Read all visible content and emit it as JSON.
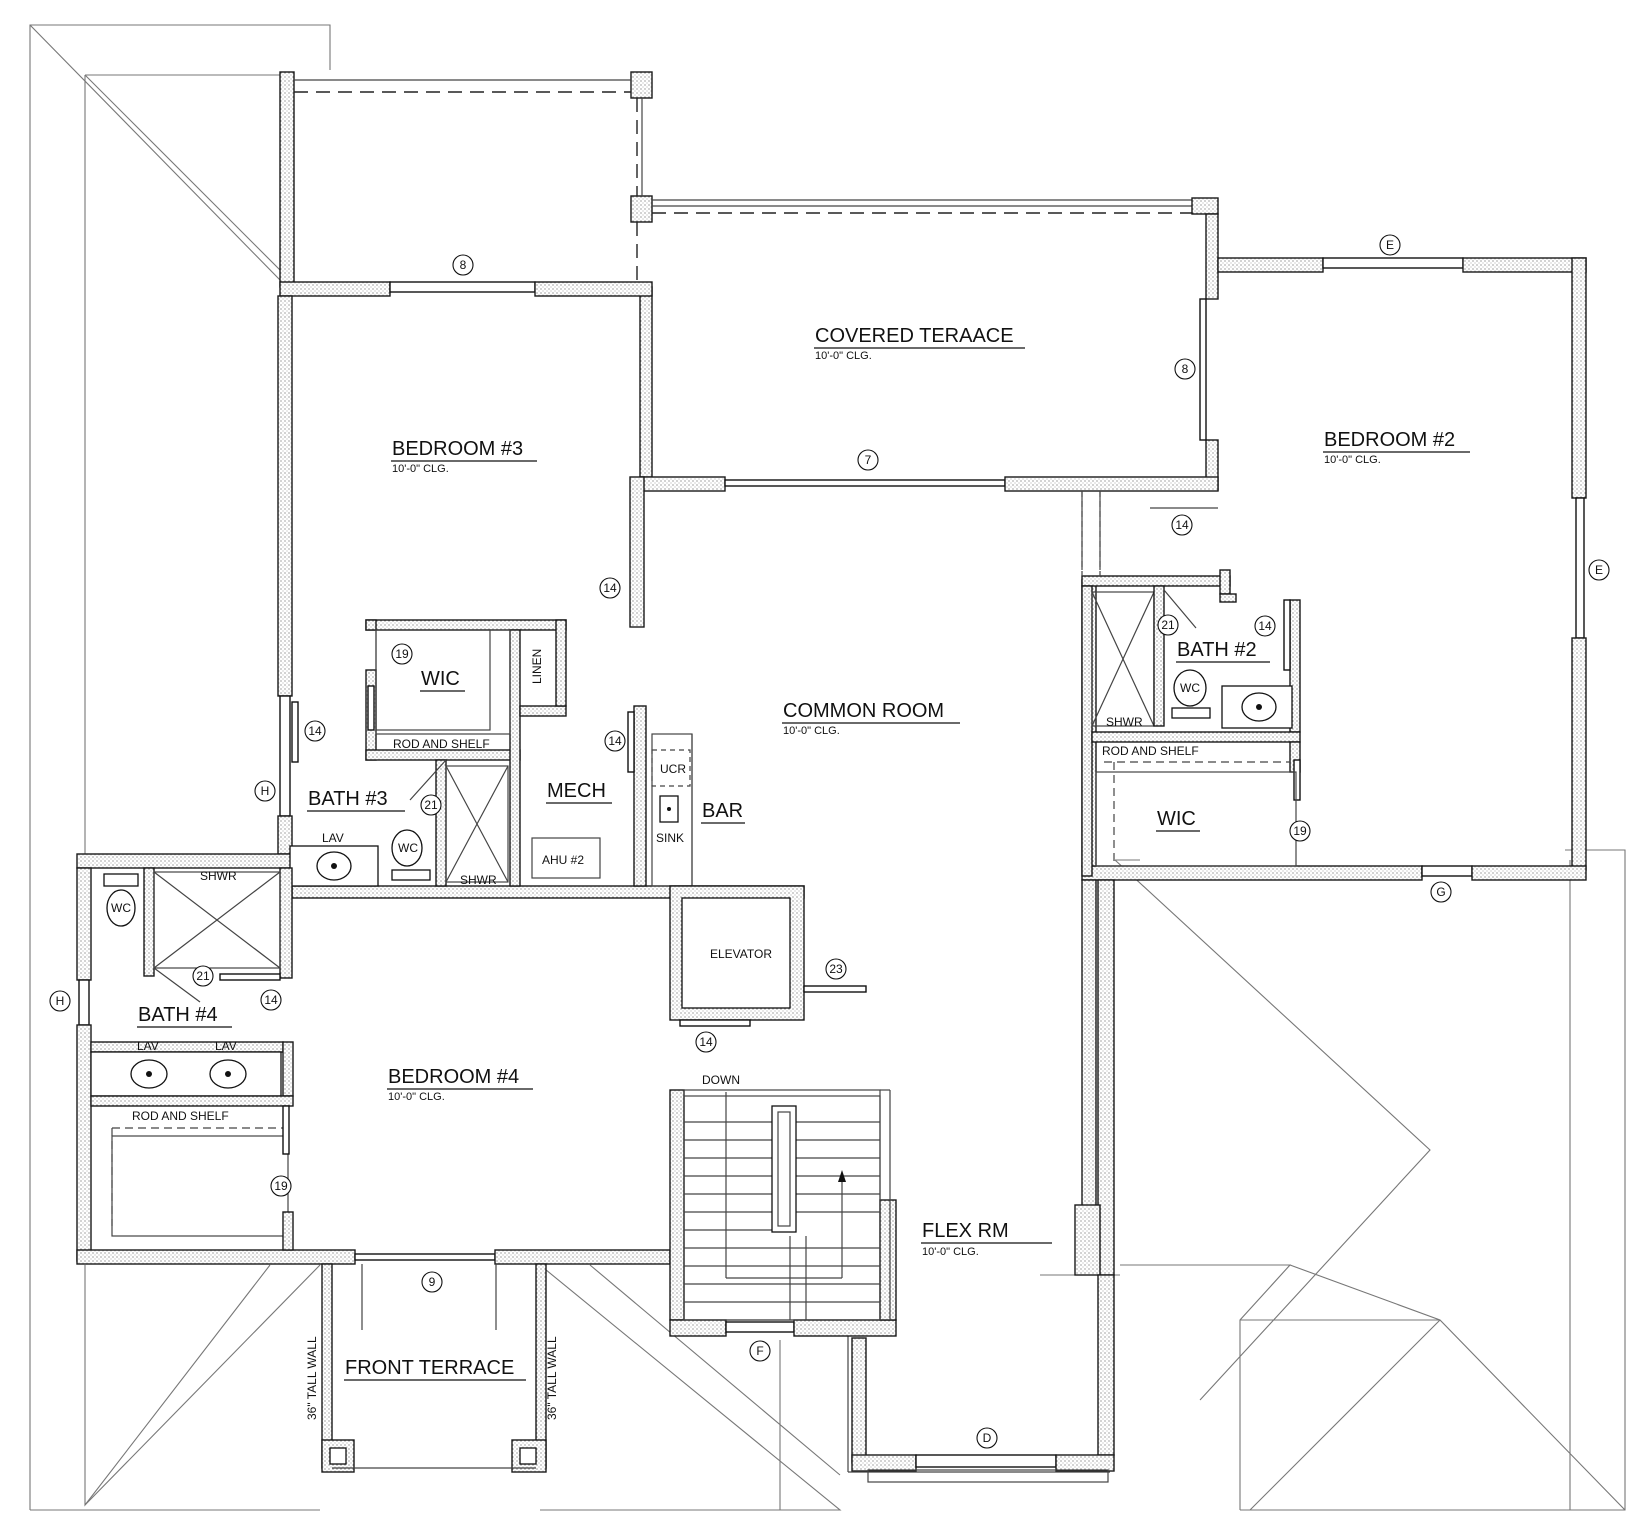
{
  "rooms": {
    "covered_terrace": {
      "name": "COVERED TERAACE",
      "ceiling": "10'-0\" CLG."
    },
    "bedroom3": {
      "name": "BEDROOM #3",
      "ceiling": "10'-0\" CLG."
    },
    "bedroom2": {
      "name": "BEDROOM #2",
      "ceiling": "10'-0\" CLG."
    },
    "common_room": {
      "name": "COMMON ROOM",
      "ceiling": "10'-0\" CLG."
    },
    "bedroom4": {
      "name": "BEDROOM #4",
      "ceiling": "10'-0\" CLG."
    },
    "flex_rm": {
      "name": "FLEX RM",
      "ceiling": "10'-0\" CLG."
    },
    "wic_b3": {
      "name": "WIC"
    },
    "bath3": {
      "name": "BATH #3"
    },
    "mech": {
      "name": "MECH"
    },
    "bar": {
      "name": "BAR"
    },
    "bath2": {
      "name": "BATH #2"
    },
    "wic_b2": {
      "name": "WIC"
    },
    "bath4": {
      "name": "BATH #4"
    },
    "front_terrace": {
      "name": "FRONT TERRACE"
    }
  },
  "labels": {
    "linen": "LINEN",
    "rod_shelf_b3": "ROD AND SHELF",
    "rod_shelf_b2": "ROD AND SHELF",
    "rod_shelf_b4": "ROD AND SHELF",
    "lav_b3": "LAV",
    "lav_b4_a": "LAV",
    "lav_b4_b": "LAV",
    "shwr_b3": "SHWR",
    "shwr_b2": "SHWR",
    "shwr_b4": "SHWR",
    "wc": "WC",
    "ahu": "AHU #2",
    "ucr": "UCR",
    "sink": "SINK",
    "elevator": "ELEVATOR",
    "down": "DOWN",
    "tall_wall_left": "36\" TALL WALL",
    "tall_wall_right": "36\" TALL WALL"
  },
  "tags": {
    "door_8_top": "8",
    "door_8_right": "8",
    "door_7": "7",
    "win_E_top": "E",
    "win_E_right": "E",
    "door_14_terrace": "14",
    "door_14_bedroom3": "14",
    "door_14_b3_wic": "14",
    "door_14_mech": "14",
    "door_14_bath2": "14",
    "door_14_bath4": "14",
    "door_14_elevator": "14",
    "door_19_wic_b3": "19",
    "door_19_wic_b2": "19",
    "door_19_bath4": "19",
    "door_21_bath3": "21",
    "door_21_bath2": "21",
    "door_21_bath4": "21",
    "win_H_b3": "H",
    "win_H_b4": "H",
    "win_G": "G",
    "door_23": "23",
    "door_9": "9",
    "win_F": "F",
    "win_D": "D"
  }
}
